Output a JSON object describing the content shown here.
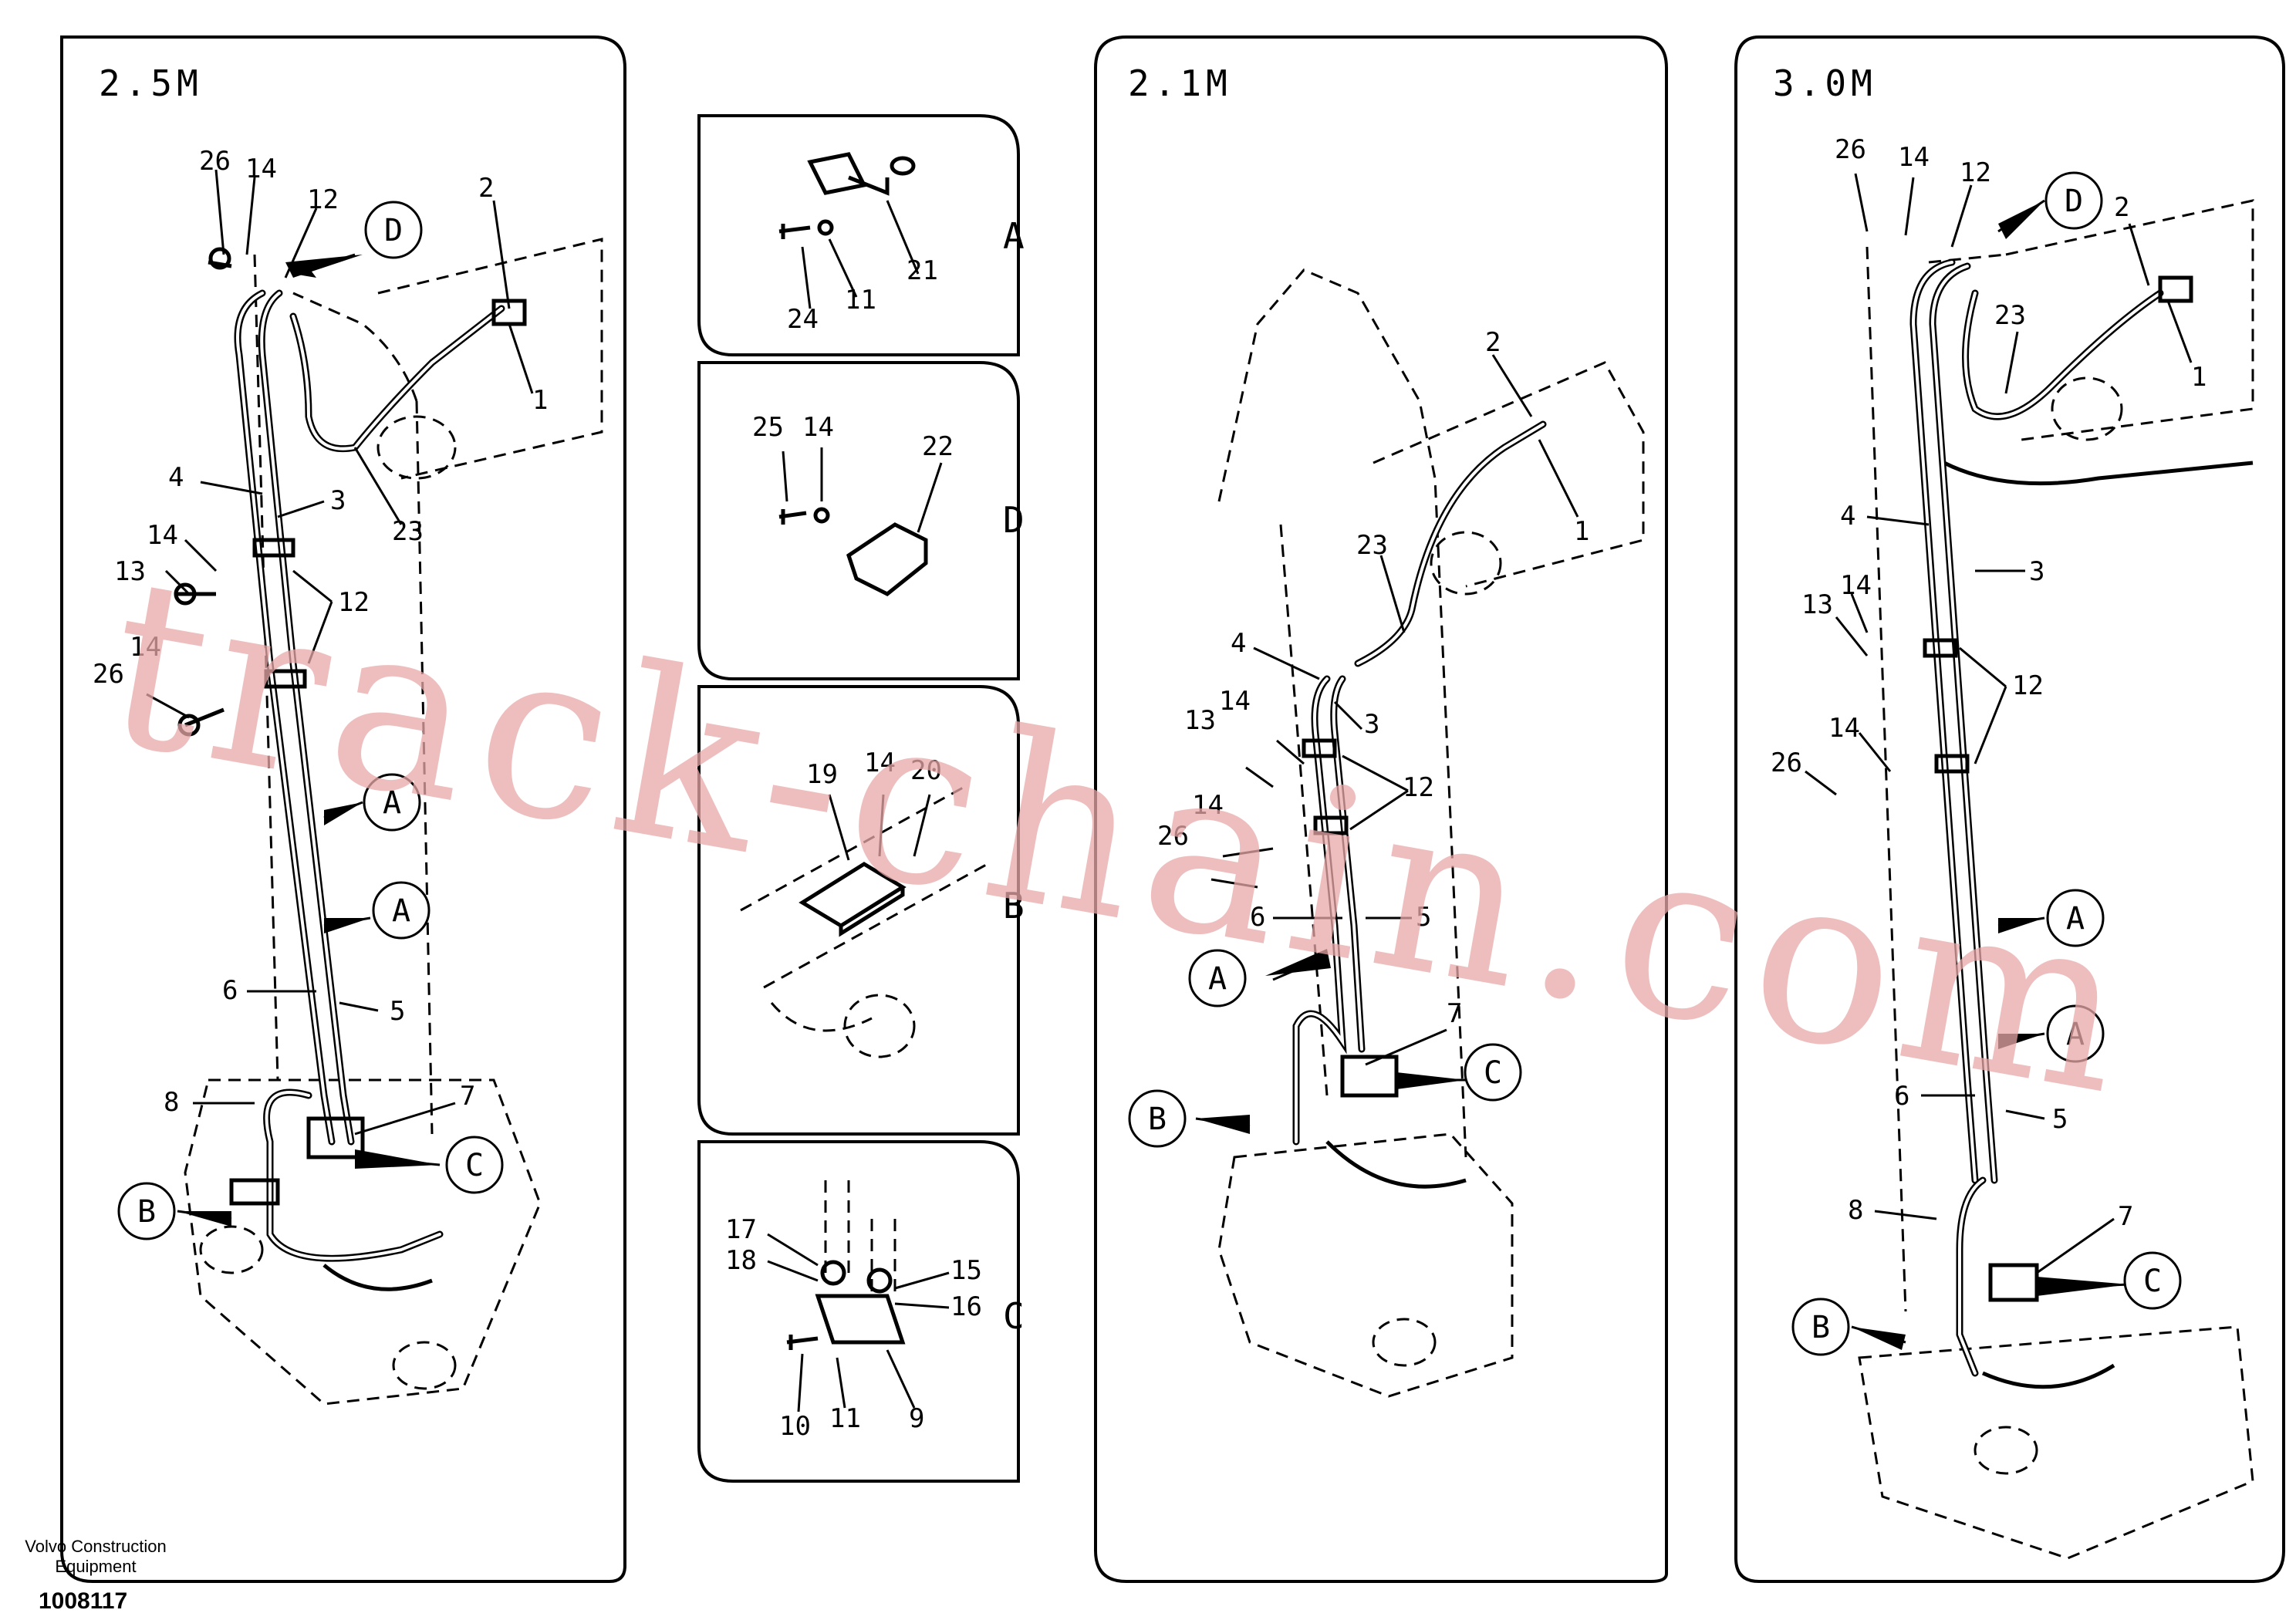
{
  "panels": {
    "left": {
      "title": "2.5M"
    },
    "middle": {
      "title": "2.1M"
    },
    "right": {
      "title": "3.0M"
    }
  },
  "details": [
    {
      "section": "A",
      "parts": [
        "24",
        "11",
        "21"
      ]
    },
    {
      "section": "D",
      "parts": [
        "25",
        "14",
        "22"
      ]
    },
    {
      "section": "B",
      "parts": [
        "19",
        "14",
        "20"
      ]
    },
    {
      "section": "C",
      "parts": [
        "17",
        "18",
        "15",
        "16",
        "10",
        "11",
        "9"
      ]
    }
  ],
  "callouts": {
    "left": [
      "26",
      "14",
      "12",
      "D",
      "2",
      "1",
      "23",
      "4",
      "3",
      "14",
      "13",
      "12",
      "14",
      "26",
      "A",
      "A",
      "6",
      "5",
      "8",
      "7",
      "C",
      "B"
    ],
    "middle": [
      "2",
      "1",
      "23",
      "4",
      "3",
      "14",
      "13",
      "12",
      "14",
      "26",
      "6",
      "5",
      "A",
      "7",
      "C",
      "B"
    ],
    "right": [
      "26",
      "14",
      "12",
      "D",
      "2",
      "23",
      "1",
      "4",
      "3",
      "13",
      "14",
      "12",
      "14",
      "26",
      "A",
      "A",
      "6",
      "5",
      "8",
      "7",
      "C",
      "B"
    ]
  },
  "footer": {
    "company_line1": "Volvo Construction",
    "company_line2": "Equipment",
    "drawing_number": "1008117"
  },
  "watermark": "track-chain.com"
}
